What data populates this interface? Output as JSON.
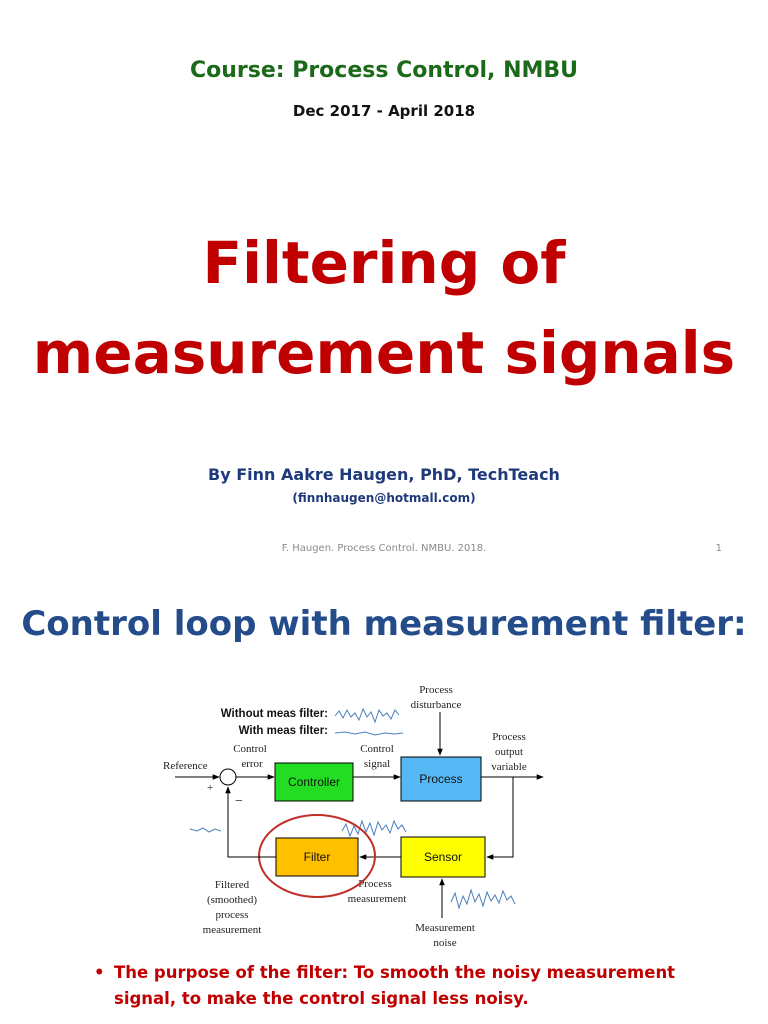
{
  "slide1": {
    "course": "Course: Process Control, NMBU",
    "dates": "Dec 2017 - April 2018",
    "title_line1": "Filtering of",
    "title_line2": "measurement signals",
    "author": "By Finn Aakre Haugen, PhD, TechTeach",
    "email": "(finnhaugen@hotmall.com)",
    "footer": "F. Haugen. Process Control. NMBU. 2018.",
    "page_number": "1"
  },
  "slide2": {
    "title": "Control loop with measurement filter:",
    "diagram": {
      "legend_without": "Without meas filter:",
      "legend_with": "With meas filter:",
      "process_disturbance_1": "Process",
      "process_disturbance_2": "disturbance",
      "reference": "Reference",
      "control_error_1": "Control",
      "control_error_2": "error",
      "control_signal_1": "Control",
      "control_signal_2": "signal",
      "controller": "Controller",
      "process": "Process",
      "process_output_1": "Process",
      "process_output_2": "output",
      "process_output_3": "variable",
      "plus": "+",
      "minus": "−",
      "filter": "Filter",
      "sensor": "Sensor",
      "filtered_1": "Filtered",
      "filtered_2": "(smoothed)",
      "filtered_3": "process",
      "filtered_4": "measurement",
      "process_meas_1": "Process",
      "process_meas_2": "measurement",
      "meas_noise_1": "Measurement",
      "meas_noise_2": "noise"
    },
    "bullet": "The purpose of the filter: To smooth the noisy measurement signal, to make the control signal less noisy.",
    "colors": {
      "controller": "#22dd22",
      "process": "#55b8f5",
      "filter": "#ffc000",
      "sensor": "#ffff00",
      "highlight_circle": "#c0302a",
      "noise_line": "#4a7fc0"
    }
  }
}
